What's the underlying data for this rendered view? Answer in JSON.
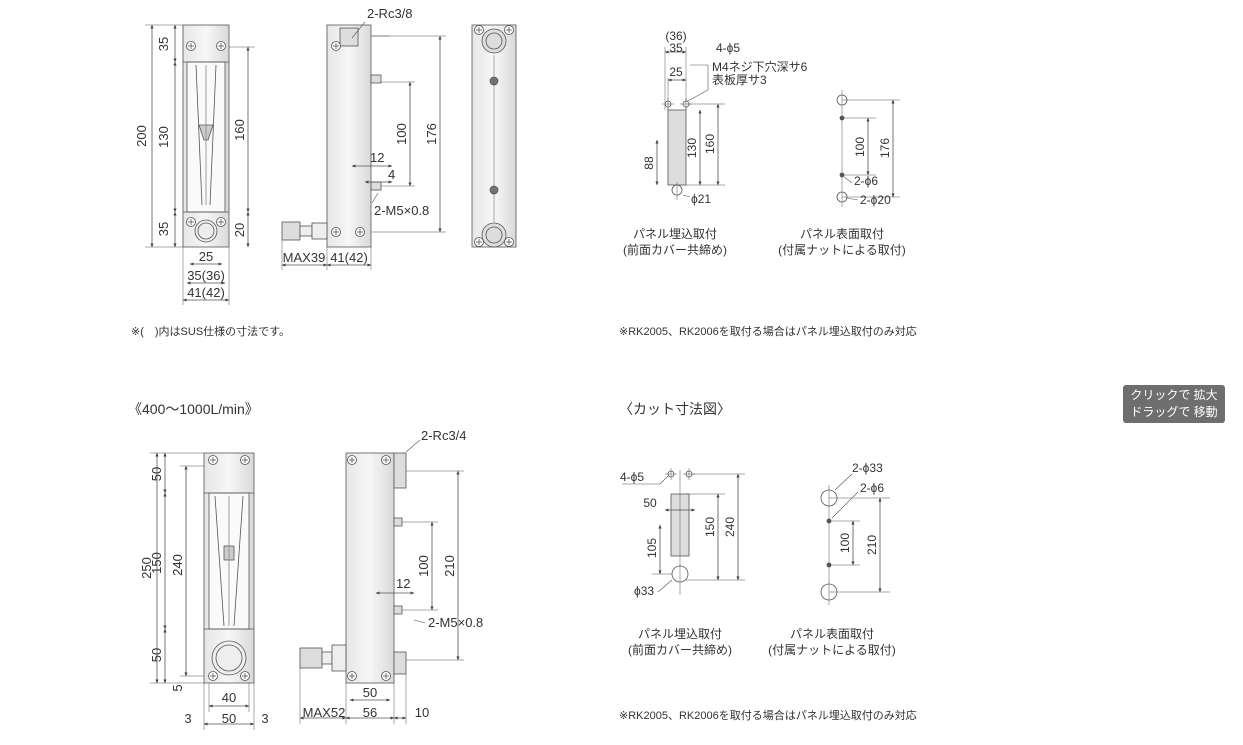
{
  "notes": {
    "sus_note": "※(　)内はSUS仕様の寸法です。",
    "panel_note_top": "※RK2005、RK2006を取付る場合はパネル埋込取付のみ対応",
    "panel_note_bottom": "※RK2005、RK2006を取付る場合はパネル埋込取付のみ対応"
  },
  "headings": {
    "range_large": "《400〜1000L/min》",
    "cut_dimensions": "〈カット寸法図〉"
  },
  "zoom_hint": {
    "line1": "クリックで 拡大",
    "line2": "ドラッグで 移動"
  },
  "top_small": {
    "front": {
      "d200": "200",
      "d35a": "35",
      "d130": "130",
      "d35b": "35",
      "d160": "160",
      "d20": "20",
      "d25": "25",
      "d35_36": "35(36)",
      "d41_42": "41(42)"
    },
    "side": {
      "port": "2-Rc3/8",
      "d100": "100",
      "d176": "176",
      "d12": "12",
      "d4": "4",
      "screw": "2-M5×0.8",
      "max39": "MAX39",
      "d41_42": "41(42)"
    }
  },
  "top_cut": {
    "embed": {
      "d36": "(36)",
      "d35": "35",
      "d25": "25",
      "hole": "4-ϕ5",
      "screw_note1": "M4ネジ下穴深サ6",
      "screw_note2": "表板厚サ3",
      "d130": "130",
      "d160": "160",
      "d88": "88",
      "phi21": "ϕ21",
      "label1": "パネル埋込取付",
      "label2": "(前面カバー共締め)"
    },
    "surface": {
      "d100": "100",
      "d176": "176",
      "phi6": "2-ϕ6",
      "phi20": "2-ϕ20",
      "label1": "パネル表面取付",
      "label2": "(付属ナットによる取付)"
    }
  },
  "bottom_large": {
    "front": {
      "d250": "250",
      "d50a": "50",
      "d150": "150",
      "d240": "240",
      "d50b": "50",
      "d5": "5",
      "d40": "40",
      "d3a": "3",
      "d50c": "50",
      "d3b": "3"
    },
    "side": {
      "port": "2-Rc3/4",
      "d100": "100",
      "d210": "210",
      "d12": "12",
      "screw": "2-M5×0.8",
      "max52": "MAX52",
      "d56": "56",
      "d50": "50",
      "d10": "10"
    }
  },
  "bottom_cut": {
    "embed": {
      "hole": "4-ϕ5",
      "d50": "50",
      "d150": "150",
      "d240": "240",
      "d105": "105",
      "phi33": "ϕ33",
      "label1": "パネル埋込取付",
      "label2": "(前面カバー共締め)"
    },
    "surface": {
      "phi33": "2-ϕ33",
      "phi6": "2-ϕ6",
      "d100": "100",
      "d210": "210",
      "label1": "パネル表面取付",
      "label2": "(付属ナットによる取付)"
    }
  }
}
